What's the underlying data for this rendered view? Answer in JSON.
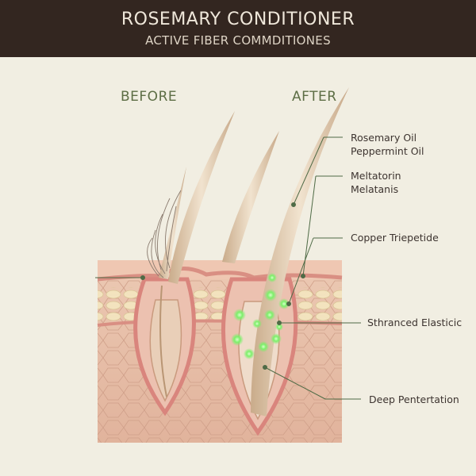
{
  "header": {
    "title": "ROSEMARY CONDITIONER",
    "subtitle": "ACTIVE FIBER COMMDITIONES"
  },
  "phases": {
    "before": "BEFORE",
    "after": "AFTER"
  },
  "labels": [
    "Rosemary Oil",
    "Peppermint Oil",
    "Meltatorin",
    "Melatanis",
    "Copper Triepetide",
    "Sthranced Elasticic",
    "Deep Pentertation"
  ],
  "colors": {
    "header_bg": "#332620",
    "background": "#f1eee2",
    "phase_text": "#5d6e45",
    "leader_line": "#4f6b46",
    "particle": "#7cf06a",
    "skin": "#e8c2ab",
    "hair": "#dcc2a4"
  }
}
